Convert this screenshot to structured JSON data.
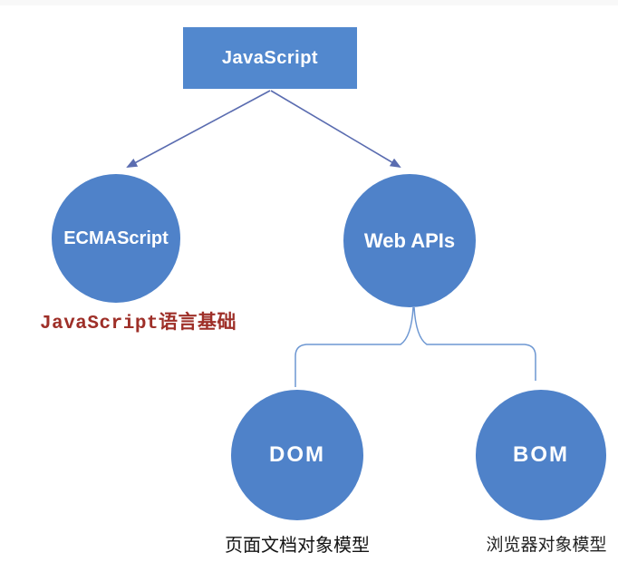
{
  "diagram": {
    "title_node": {
      "label": "JavaScript"
    },
    "nodes": {
      "ecmascript": {
        "label": "ECMAScript"
      },
      "webapis": {
        "label": "Web APIs"
      },
      "dom": {
        "label": "DOM"
      },
      "bom": {
        "label": "BOM"
      }
    },
    "annotations": {
      "ecmascript_note": {
        "text": "JavaScript语言基础",
        "color": "#9e2f28"
      },
      "dom_note": {
        "text": "页面文档对象模型",
        "color": "#141414"
      },
      "bom_note": {
        "text": "浏览器对象模型",
        "color": "#232323"
      }
    },
    "edges": [
      {
        "from": "javascript",
        "to": "ecmascript",
        "type": "arrow"
      },
      {
        "from": "javascript",
        "to": "webapis",
        "type": "arrow"
      },
      {
        "from": "webapis",
        "to": "dom",
        "type": "brace-connector"
      },
      {
        "from": "webapis",
        "to": "bom",
        "type": "brace-connector"
      }
    ],
    "colors": {
      "box_fill": "#5288ce",
      "circle_fill": "#4f82c9",
      "node_text": "#ffffff",
      "arrow_stroke": "#5a6cb0",
      "connector_stroke": "#6d97d2",
      "background": "#ffffff"
    }
  }
}
